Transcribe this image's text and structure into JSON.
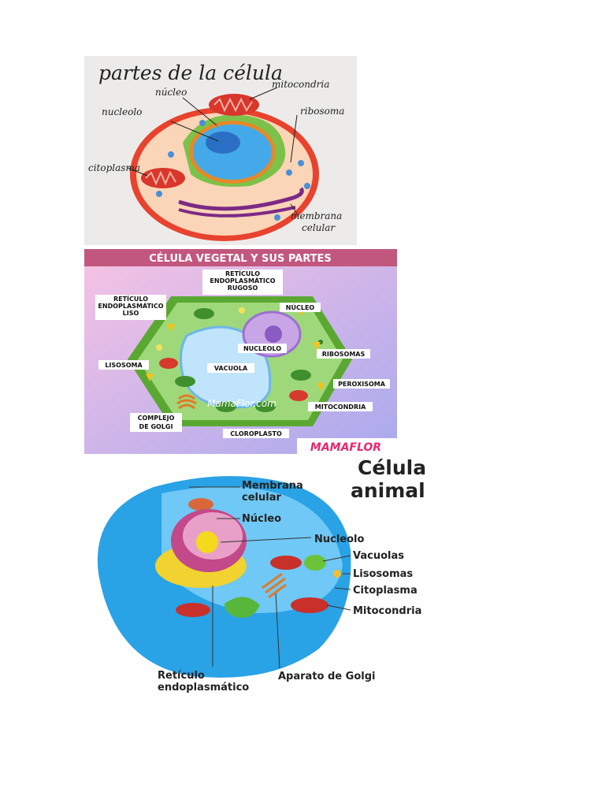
{
  "panel1": {
    "title": "partes de la célula",
    "labels": {
      "nucleo": "núcleo",
      "mitocondria": "mitocondria",
      "nucleolo": "nucleolo",
      "ribosoma": "ribosoma",
      "citoplasma": "citoplasma",
      "membrana_line1": "membrana",
      "membrana_line2": "celular"
    }
  },
  "panel2": {
    "title": "CÉLULA VEGETAL Y SUS PARTES",
    "labels": {
      "rer_1": "RETÍCULO",
      "rer_2": "ENDOPLASMÁTICO",
      "rer_3": "RUGOSO",
      "rel_1": "RETÍCULO",
      "rel_2": "ENDOPLASMÁTICO",
      "rel_3": "LISO",
      "nucleo": "NÚCLEO",
      "nucleolo": "NUCLEOLO",
      "ribosomas": "RIBOSOMAS",
      "lisosoma": "LISOSOMA",
      "vacuola": "VACUOLA",
      "peroxisoma": "PEROXISOMA",
      "mitocondria": "MITOCONDRIA",
      "golgi_1": "COMPLEJO",
      "golgi_2": "DE GOLGI",
      "cloroplasto": "CLOROPLASTO"
    },
    "watermark": "MamaFlor.com",
    "brand": "MAMAFLOR",
    "colors": {
      "header": "#c2577e",
      "wall": "#5aa832",
      "cyto": "#9fd87a"
    }
  },
  "panel3": {
    "title_1": "Célula",
    "title_2": "animal",
    "labels": {
      "membrana_1": "Membrana",
      "membrana_2": "celular",
      "nucleo": "Núcleo",
      "nucleolo": "Nucleolo",
      "vacuolas": "Vacuolas",
      "lisosomas": "Lisosomas",
      "citoplasma": "Citoplasma",
      "mitocondria": "Mitocondria",
      "reticulo_1": "Retículo",
      "reticulo_2": "endoplasmático",
      "golgi": "Aparato de Golgi"
    }
  }
}
